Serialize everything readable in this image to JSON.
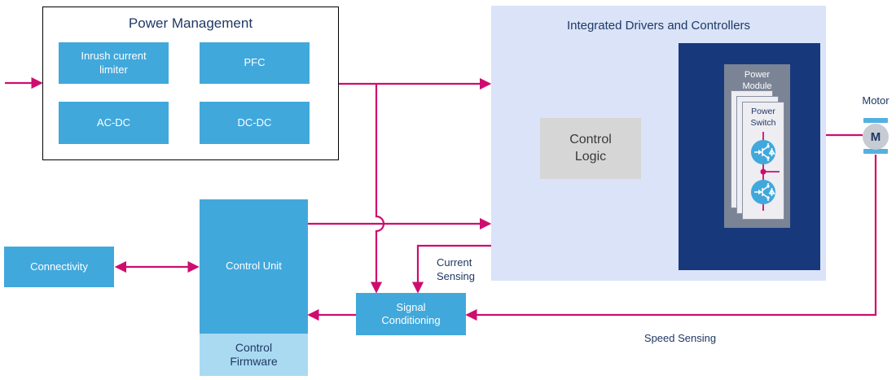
{
  "colors": {
    "accent": "#CE0D6F",
    "block_blue": "#41A8DC",
    "panel_blue": "#DAE3F8",
    "navy_box": "#17397C",
    "text_navy": "#1F3864",
    "firmware_blue": "#AADAF2",
    "module_gray": "#7A8495",
    "card_gray": "#EDEDF2",
    "card_border": "#8A92A3",
    "logic_gray": "#D6D6D6",
    "logic_text": "#3A3A3A",
    "motor_gray": "#C7CBD3",
    "motor_bar_blue": "#54B1DF"
  },
  "power_management": {
    "title": "Power Management",
    "blocks": [
      "Inrush current limiter",
      "PFC",
      "AC-DC",
      "DC-DC"
    ]
  },
  "integrated_drivers": {
    "title": "Integrated Drivers and Controllers",
    "control_logic": "Control Logic",
    "power_module": "Power Module",
    "power_switch": "Power Switch"
  },
  "motor": {
    "label": "Motor",
    "symbol": "M"
  },
  "control_unit": {
    "label": "Control Unit",
    "firmware_label": "Control Firmware"
  },
  "connectivity": {
    "label": "Connectivity"
  },
  "signal_conditioning": {
    "label": "Signal Conditioning"
  },
  "annotations": {
    "current_sensing": "Current Sensing",
    "speed_sensing": "Speed Sensing"
  }
}
